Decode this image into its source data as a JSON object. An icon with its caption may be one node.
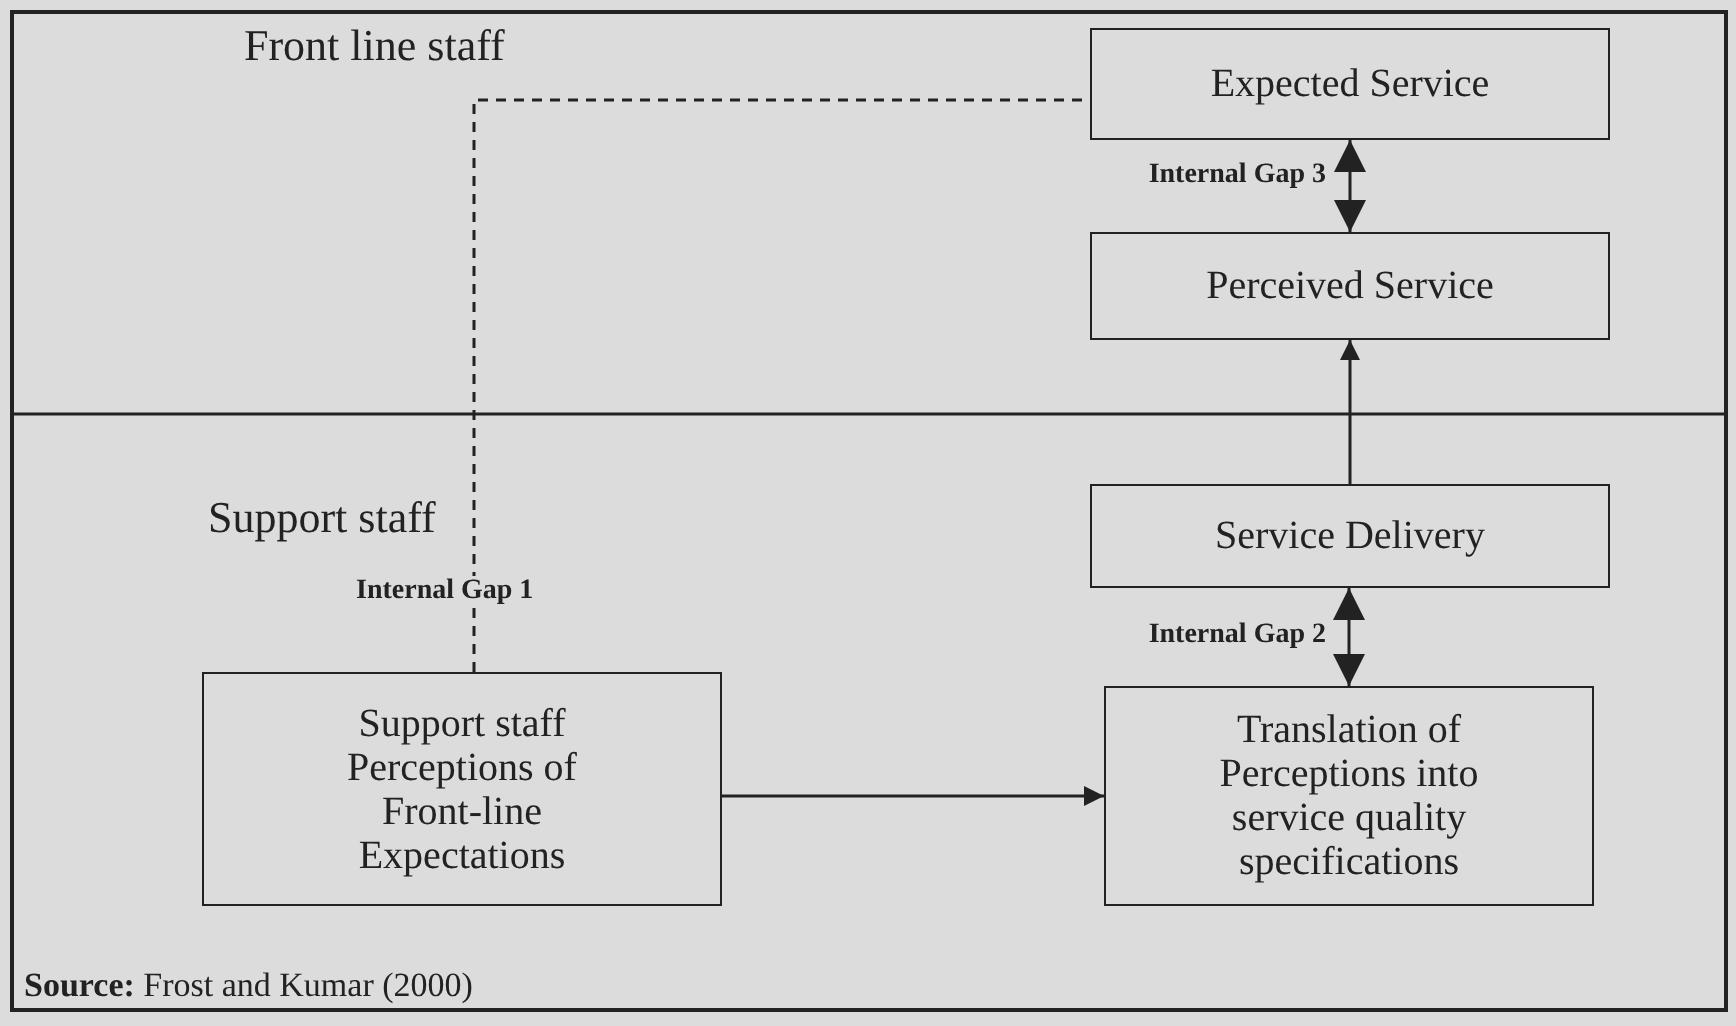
{
  "diagram": {
    "caption": "**Source:** Frost and Kumar (2000)",
    "nodes": [
      {
        "text": [
          "Expected Service"
        ]
      },
      {
        "text": [
          "Perceived Service"
        ]
      },
      {
        "text": [
          "Service Delivery"
        ]
      },
      {
        "text": [
          "Support staff Perceptions of Front-line Expectations"
        ]
      },
      {
        "text": [
          "Translation of Perceptions into service quality specifications"
        ]
      }
    ],
    "edges": [
      {
        "from": 3,
        "to": 0,
        "arrow": "none",
        "style": "dashed",
        "label": "Internal Gap 1"
      },
      {
        "from": 0,
        "to": 1,
        "arrow": "both",
        "label": "Internal Gap 3"
      },
      {
        "from": 2,
        "to": 1,
        "arrow": "to"
      },
      {
        "from": 2,
        "to": 4,
        "arrow": "both",
        "label": "Internal Gap 2"
      },
      {
        "from": 3,
        "to": 4,
        "arrow": "to"
      }
    ],
    "labels": [
      "Front line staff",
      "Support staff"
    ]
  }
}
